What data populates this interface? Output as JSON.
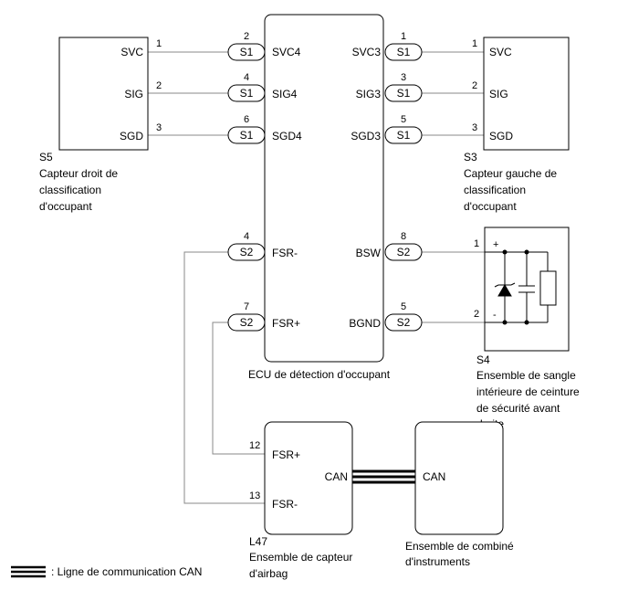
{
  "ecu": {
    "name": "ECU de détection d'occupant",
    "left_terminals": [
      "SVC4",
      "SIG4",
      "SGD4",
      "FSR-",
      "FSR+"
    ],
    "right_terminals": [
      "SVC3",
      "SIG3",
      "SGD3",
      "BSW",
      "BGND"
    ]
  },
  "connectors": {
    "s1": "S1",
    "s2": "S2"
  },
  "s5": {
    "code": "S5",
    "desc": [
      "Capteur droit de",
      "classification",
      "d'occupant"
    ],
    "terminals": [
      "SVC",
      "SIG",
      "SGD"
    ]
  },
  "s3": {
    "code": "S3",
    "desc": [
      "Capteur gauche de",
      "classification",
      "d'occupant"
    ],
    "terminals": [
      "SVC",
      "SIG",
      "SGD"
    ]
  },
  "s4": {
    "code": "S4",
    "desc": [
      "Ensemble de sangle",
      "intérieure de ceinture",
      "de sécurité avant",
      "droite"
    ],
    "plus": "+",
    "minus": "-"
  },
  "l47": {
    "code": "L47",
    "desc": [
      "Ensemble de capteur",
      "d'airbag"
    ],
    "terminals": [
      "FSR+",
      "FSR-",
      "CAN"
    ]
  },
  "combi": {
    "desc": [
      "Ensemble de combiné",
      "d'instruments"
    ],
    "terminal": "CAN"
  },
  "pins": {
    "s5_side": [
      "1",
      "2",
      "3"
    ],
    "ecu_left": [
      "2",
      "4",
      "6",
      "4",
      "7"
    ],
    "ecu_right": [
      "1",
      "3",
      "5",
      "8",
      "5"
    ],
    "s3_side": [
      "1",
      "2",
      "3"
    ],
    "s4_side": [
      "1",
      "2"
    ],
    "l47": [
      "12",
      "13"
    ]
  },
  "legend": {
    "text": ": Ligne de communication CAN"
  }
}
